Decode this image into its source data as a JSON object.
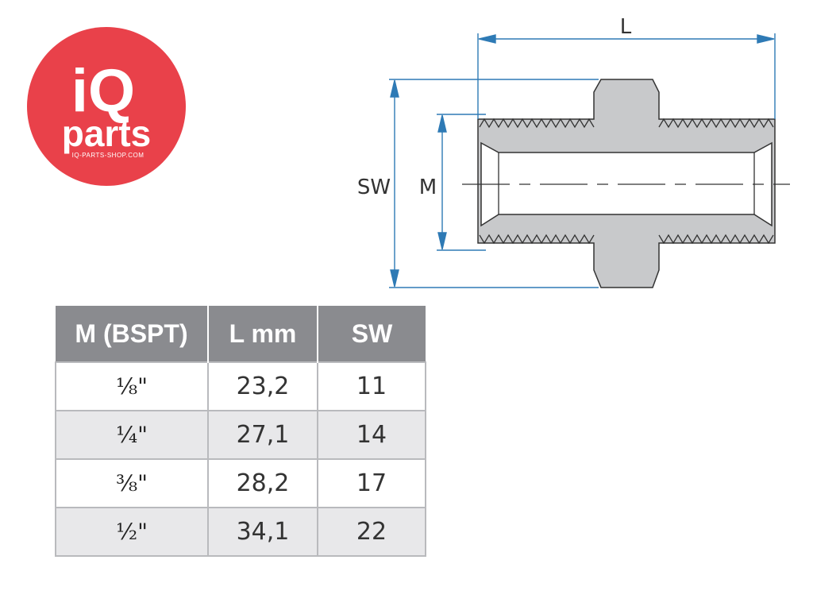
{
  "logo": {
    "brand_top": "iQ",
    "brand_bottom": "parts",
    "tagline": "IQ-PARTS-SHOP.COM",
    "color": "#e9414a"
  },
  "diagram": {
    "labels": {
      "length": "L",
      "hex": "SW",
      "thread": "M"
    },
    "colors": {
      "dimension_line": "#2e7ab5",
      "body_fill": "#c8c9cb",
      "outline": "#333333"
    }
  },
  "table": {
    "headers": [
      "M (BSPT)",
      "L mm",
      "SW"
    ],
    "rows": [
      [
        "⅛\"",
        "23,2",
        "11"
      ],
      [
        "¼\"",
        "27,1",
        "14"
      ],
      [
        "⅜\"",
        "28,2",
        "17"
      ],
      [
        "½\"",
        "34,1",
        "22"
      ]
    ],
    "colors": {
      "header_bg": "#8a8b8f",
      "alt_row_bg": "#e8e8ea"
    }
  }
}
